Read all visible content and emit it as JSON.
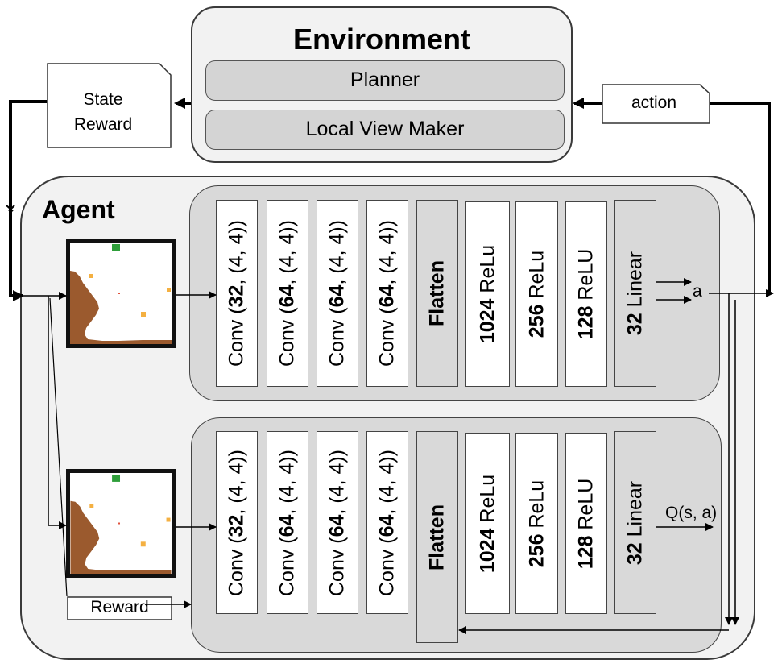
{
  "environment": {
    "title": "Environment",
    "planner": "Planner",
    "local_view_maker": "Local View Maker"
  },
  "state_doc": {
    "line1": "State",
    "line2": "Reward"
  },
  "action_doc": "action",
  "agent": {
    "title": "Agent"
  },
  "top_network": {
    "layers": [
      {
        "bold": "32",
        "pre": "Conv (",
        "post": ", (4, 4))"
      },
      {
        "bold": "64",
        "pre": "Conv (",
        "post": ", (4, 4))"
      },
      {
        "bold": "64",
        "pre": "Conv (",
        "post": ", (4, 4))"
      },
      {
        "bold": "64",
        "pre": "Conv (",
        "post": ", (4, 4))"
      },
      {
        "bold": "Flatten",
        "pre": "",
        "post": ""
      },
      {
        "bold": "1024",
        "pre": "",
        "post": " ReLu"
      },
      {
        "bold": "256",
        "pre": "",
        "post": " ReLu"
      },
      {
        "bold": "128",
        "pre": "",
        "post": " ReLU"
      },
      {
        "bold": "32",
        "pre": "",
        "post": " Linear"
      }
    ],
    "output": "a"
  },
  "bottom_network": {
    "layers": [
      {
        "bold": "32",
        "pre": "Conv (",
        "post": ", (4, 4))"
      },
      {
        "bold": "64",
        "pre": "Conv (",
        "post": ", (4, 4))"
      },
      {
        "bold": "64",
        "pre": "Conv (",
        "post": ", (4, 4))"
      },
      {
        "bold": "64",
        "pre": "Conv (",
        "post": ", (4, 4))"
      },
      {
        "bold": "Flatten",
        "pre": "",
        "post": ""
      },
      {
        "bold": "1024",
        "pre": "",
        "post": " ReLu"
      },
      {
        "bold": "256",
        "pre": "",
        "post": " ReLu"
      },
      {
        "bold": "128",
        "pre": "",
        "post": " ReLU"
      },
      {
        "bold": "32",
        "pre": "",
        "post": " Linear"
      }
    ],
    "output": "Q(s, a)"
  },
  "reward_doc": "Reward",
  "colors": {
    "terrain": "#9b5a2e",
    "goal": "#2e9e3a",
    "item": "#f4b041",
    "agent_dot": "#e0503a"
  }
}
